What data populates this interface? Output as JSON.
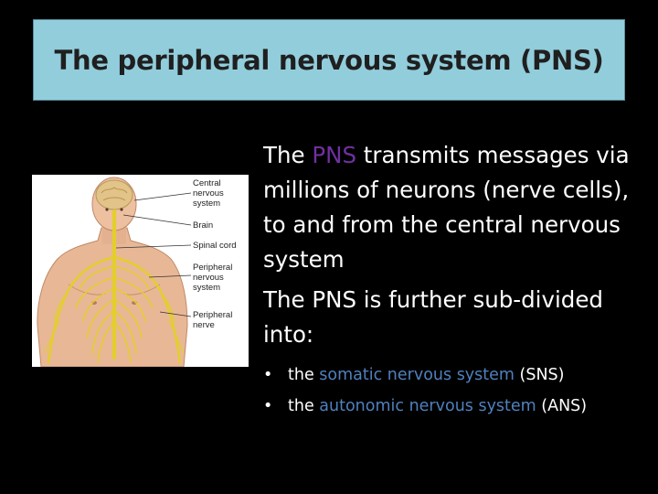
{
  "title": "The peripheral nervous system (PNS)",
  "figure": {
    "labels": {
      "central_1": "Central",
      "central_2": "nervous",
      "central_3": "system",
      "brain": "Brain",
      "spinal": "Spinal cord",
      "peripheral_1": "Peripheral",
      "peripheral_2": "nervous",
      "peripheral_3": "system",
      "nerve_1": "Peripheral",
      "nerve_2": "nerve"
    }
  },
  "paragraph1": {
    "prefix": "The ",
    "highlight": "PNS",
    "rest": " transmits messages via millions of neurons (nerve cells), to and from the central nervous system"
  },
  "paragraph2": "The PNS is further sub-divided into:",
  "bullets": [
    {
      "bullet": "•",
      "prefix": "the ",
      "highlight": "somatic nervous system",
      "suffix": " (SNS)"
    },
    {
      "bullet": "•",
      "prefix": "the ",
      "highlight": "autonomic nervous system",
      "suffix": " (ANS)"
    }
  ],
  "colors": {
    "background": "#000000",
    "title_bar": "#92cddc",
    "pns_highlight": "#7030a0",
    "system_highlight": "#4f81bd",
    "nerve": "#e3cf29"
  }
}
